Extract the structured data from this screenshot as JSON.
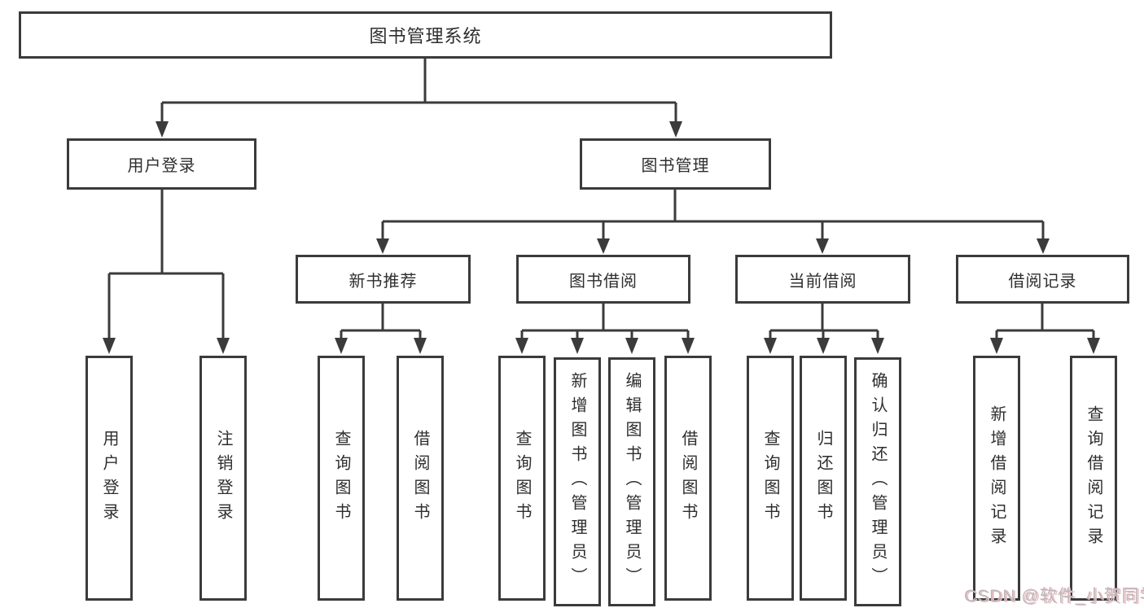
{
  "diagram": {
    "root": "图书管理系统",
    "branches": [
      {
        "label": "用户登录",
        "children": [
          "用户登录",
          "注销登录"
        ]
      },
      {
        "label": "图书管理",
        "groups": [
          {
            "label": "新书推荐",
            "children": [
              "查询图书",
              "借阅图书"
            ]
          },
          {
            "label": "图书借阅",
            "children": [
              "查询图书",
              "新增图书（管理员）",
              "编辑图书（管理员）",
              "借阅图书"
            ]
          },
          {
            "label": "当前借阅",
            "children": [
              "查询图书",
              "归还图书",
              "确认归还（管理员）"
            ]
          },
          {
            "label": "借阅记录",
            "children": [
              "新增借阅记录",
              "查询借阅记录"
            ]
          }
        ]
      }
    ]
  },
  "watermark": {
    "text": "CSDN @软件_小贺同学",
    "color": "#b9b9b9"
  },
  "colors": {
    "line": "#3b3b3b",
    "text": "#2e2e2e",
    "background": "#ffffff"
  }
}
